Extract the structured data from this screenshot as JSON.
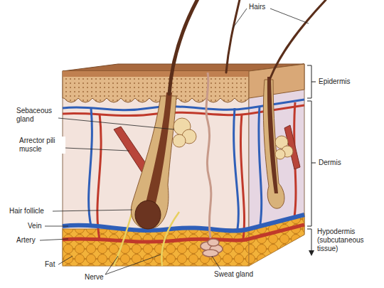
{
  "diagram": {
    "labels": [
      "Hairs",
      "Epidermis",
      "Sebaceous gland",
      "Arrector pili muscle",
      "Dermis",
      "Hair follicle",
      "Vein",
      "Artery",
      "Hypodermis (subcutaneous tissue)",
      "Fat",
      "Nerve",
      "Sweat gland"
    ]
  }
}
